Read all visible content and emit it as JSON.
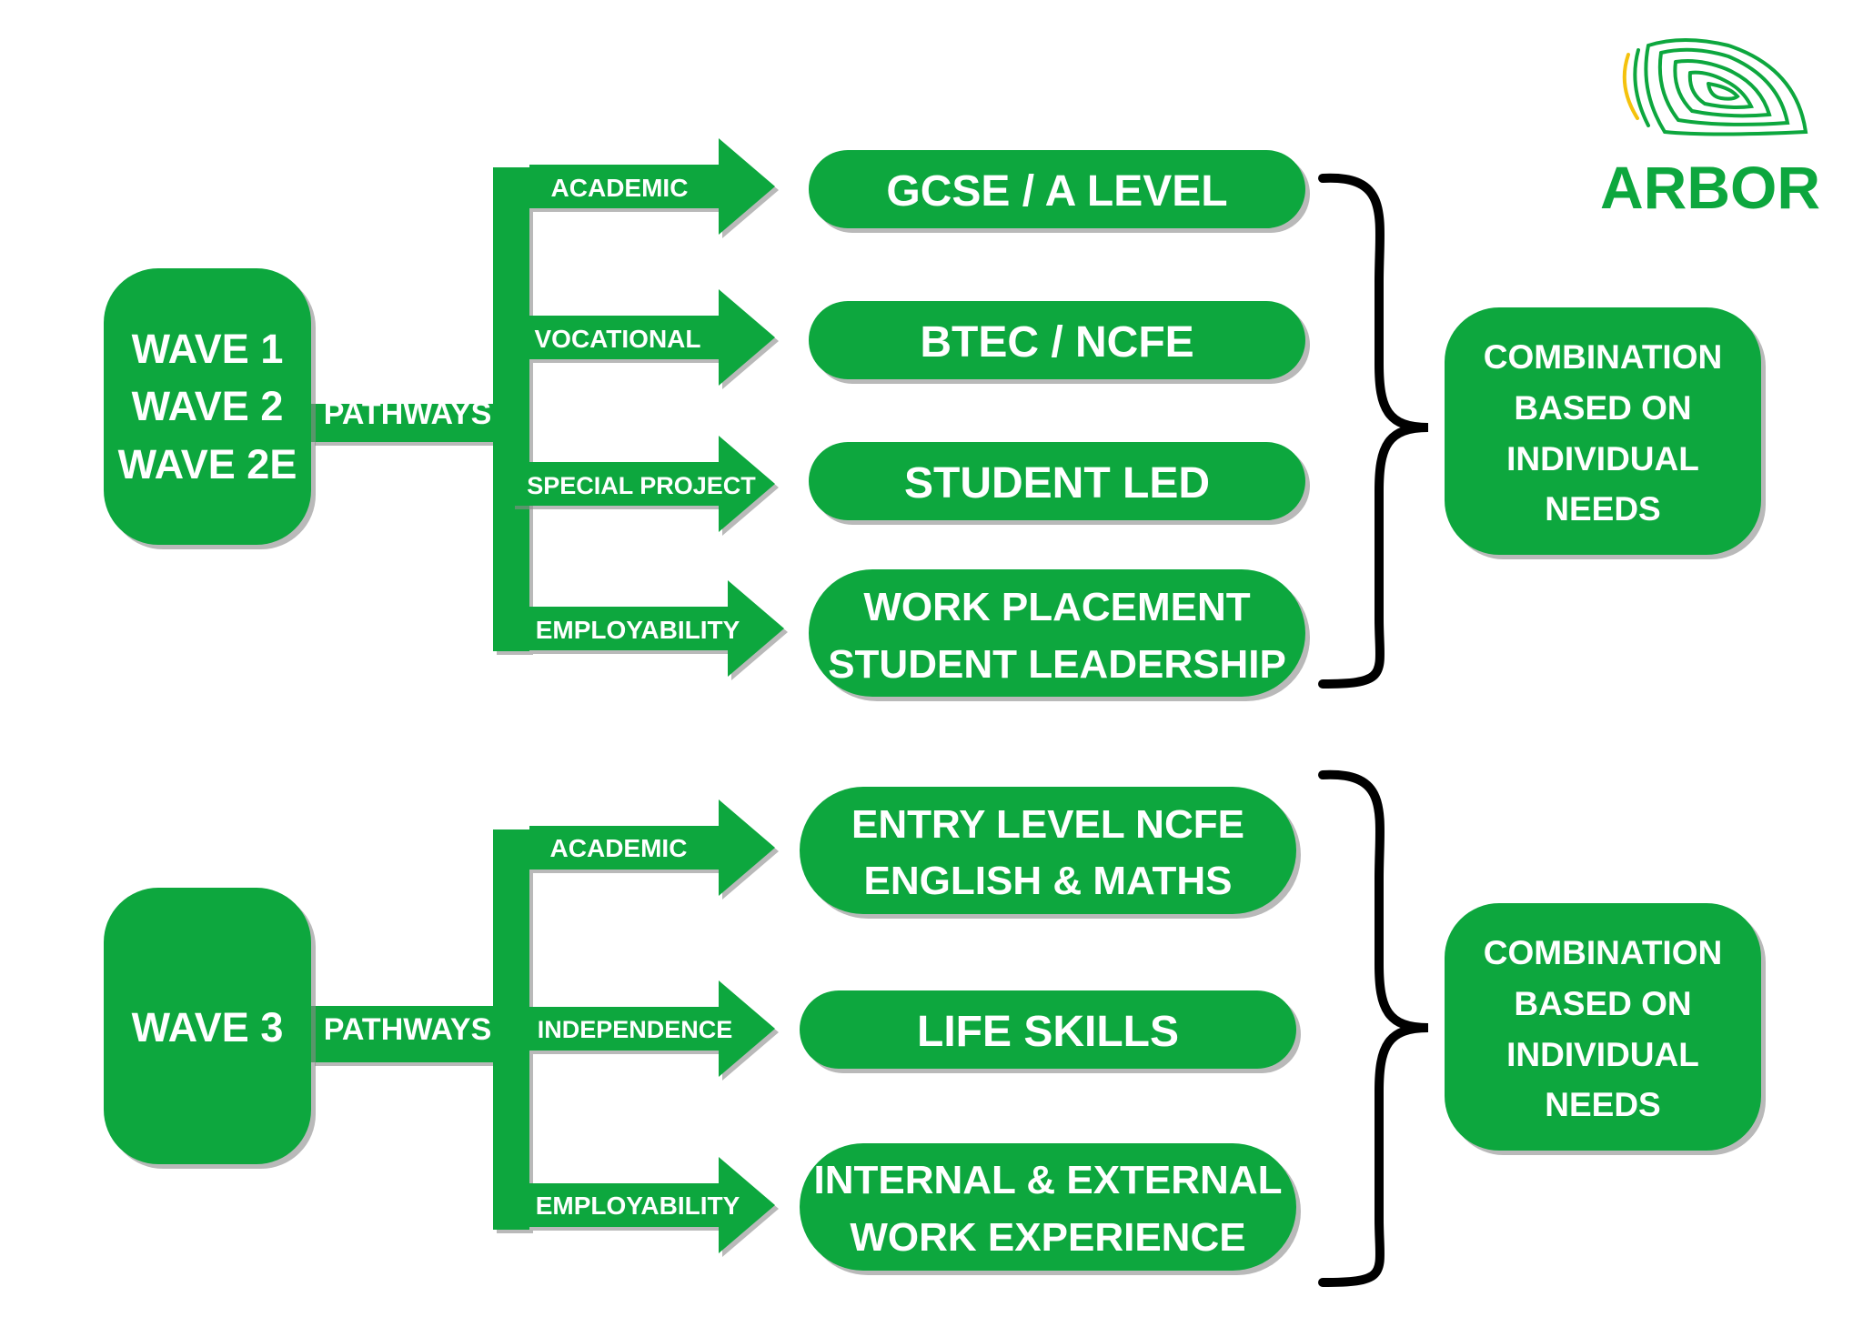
{
  "colors": {
    "green": "#0da73e",
    "shadow": "#8a8a8a",
    "bracket": "#000000",
    "logo_yellow": "#f4c20d"
  },
  "logo": {
    "text": "ARBOR",
    "icon": "leaf-swirl-icon"
  },
  "sections": [
    {
      "wave": {
        "lines": [
          "WAVE 1",
          "WAVE 2",
          "WAVE 2E"
        ]
      },
      "trunk_label": "PATHWAYS",
      "branches": [
        {
          "label": "ACADEMIC",
          "outcome": [
            "GCSE / A LEVEL"
          ]
        },
        {
          "label": "VOCATIONAL",
          "outcome": [
            "BTEC / NCFE"
          ]
        },
        {
          "label": "SPECIAL PROJECT",
          "outcome": [
            "STUDENT LED"
          ]
        },
        {
          "label": "EMPLOYABILITY",
          "outcome": [
            "WORK PLACEMENT",
            "STUDENT LEADERSHIP"
          ]
        }
      ],
      "combination": [
        "COMBINATION",
        "BASED ON",
        "INDIVIDUAL",
        "NEEDS"
      ]
    },
    {
      "wave": {
        "lines": [
          "WAVE 3"
        ]
      },
      "trunk_label": "PATHWAYS",
      "branches": [
        {
          "label": "ACADEMIC",
          "outcome": [
            "ENTRY LEVEL NCFE",
            "ENGLISH & MATHS"
          ]
        },
        {
          "label": "INDEPENDENCE",
          "outcome": [
            "LIFE SKILLS"
          ]
        },
        {
          "label": "EMPLOYABILITY",
          "outcome": [
            "INTERNAL & EXTERNAL",
            "WORK EXPERIENCE"
          ]
        }
      ],
      "combination": [
        "COMBINATION",
        "BASED ON",
        "INDIVIDUAL",
        "NEEDS"
      ]
    }
  ]
}
